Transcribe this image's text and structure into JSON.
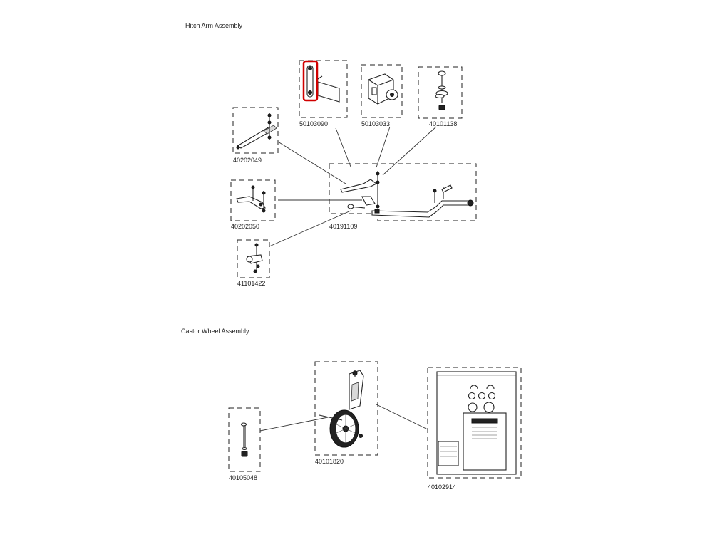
{
  "sections": {
    "hitch": {
      "title": "Hitch Arm Assembly"
    },
    "castor": {
      "title": "Castor Wheel Assembly"
    }
  },
  "parts": {
    "p50103090": {
      "number": "50103090",
      "highlighted": true
    },
    "p50103033": {
      "number": "50103033"
    },
    "p40101138": {
      "number": "40101138"
    },
    "p40202049": {
      "number": "40202049"
    },
    "p40202050": {
      "number": "40202050"
    },
    "p40191109": {
      "number": "40191109"
    },
    "p41101422": {
      "number": "41101422"
    },
    "p40105048": {
      "number": "40105048"
    },
    "p40101820": {
      "number": "40101820"
    },
    "p40102914": {
      "number": "40102914"
    }
  },
  "colors": {
    "highlight": "#d00000",
    "lines": "#222222"
  },
  "icons": {
    "p50103090": "hitch-strap-with-plate-icon",
    "p50103033": "hitch-coupler-icon",
    "p40101138": "bolt-washer-nut-icon",
    "p40202049": "upper-arm-bracket-icon",
    "p40202050": "lower-arm-bracket-icon",
    "p40191109": "hitch-arm-tube-icon",
    "p41101422": "pin-clip-icon",
    "p40105048": "axle-bolt-icon",
    "p40101820": "castor-wheel-icon",
    "p40102914": "manual-and-kit-icon"
  }
}
